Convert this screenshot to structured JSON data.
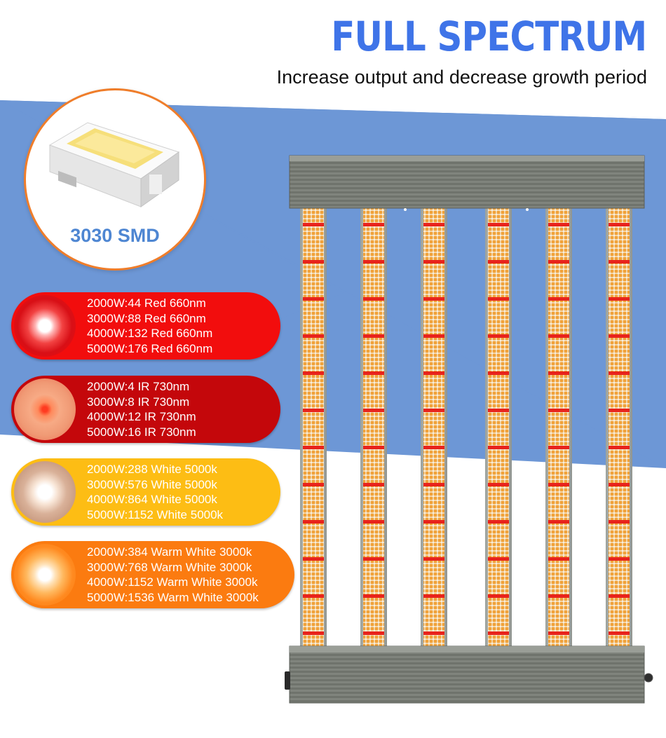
{
  "header": {
    "title": "FULL SPECTRUM",
    "subtitle": "Increase output and decrease growth period"
  },
  "smd": {
    "label": "3030 SMD"
  },
  "spectrum_groups": [
    {
      "name": "red-660nm",
      "color": "#f20d0d",
      "lines": [
        "2000W:44 Red 660nm",
        "3000W:88 Red 660nm",
        "4000W:132 Red 660nm",
        "5000W:176 Red 660nm"
      ]
    },
    {
      "name": "ir-730nm",
      "color": "#c4070b",
      "lines": [
        "2000W:4 IR 730nm",
        "3000W:8 IR 730nm",
        "4000W:12 IR 730nm",
        "5000W:16 IR 730nm"
      ]
    },
    {
      "name": "white-5000k",
      "color": "#fdbd14",
      "lines": [
        "2000W:288 White 5000k",
        "3000W:576 White 5000k",
        "4000W:864 White 5000k",
        "5000W:1152 White 5000k"
      ]
    },
    {
      "name": "warm-white-3000k",
      "color": "#fb7b10",
      "lines": [
        "2000W:384 Warm White 3000k",
        "3000W:768 Warm White 3000k",
        "4000W:1152 Warm White 3000k",
        "5000W:1536 Warm White 3000k"
      ]
    }
  ],
  "colors": {
    "title_blue": "#3f74e8",
    "band_blue": "#6d97d6",
    "badge_border": "#ef7d2a",
    "frame_gray": "#7b7f79",
    "led_orange": "#f2a23c",
    "led_red": "#e8231c"
  },
  "fixture": {
    "bar_count": 6
  }
}
